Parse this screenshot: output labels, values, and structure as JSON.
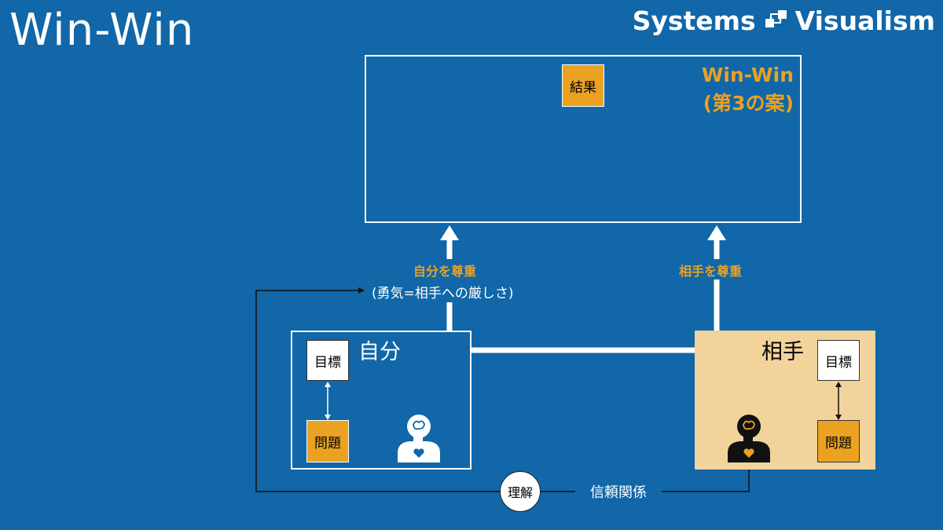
{
  "title": "Win-Win",
  "brand": {
    "left": "Systems",
    "right": "Visualism"
  },
  "result": {
    "tile_label": "結果",
    "heading_line1": "Win-Win",
    "heading_line2": "(第3の案)"
  },
  "arrows": {
    "self_respect_label": "自分を尊重",
    "self_respect_note": "(勇気=相手への厳しさ)",
    "other_respect_label": "相手を尊重"
  },
  "self": {
    "title": "自分",
    "goal": "目標",
    "problem": "問題"
  },
  "other": {
    "title": "相手",
    "goal": "目標",
    "problem": "問題"
  },
  "feedback": {
    "understanding": "理解",
    "trust": "信頼関係"
  },
  "colors": {
    "background": "#1167a8",
    "accent": "#eba122",
    "other_box": "#f2d39c",
    "white": "#ffffff"
  },
  "icons": {
    "self_person": "person-brain-heart-icon",
    "other_person": "person-brain-heart-icon",
    "brand_logo": "systems-visualism-logo"
  }
}
